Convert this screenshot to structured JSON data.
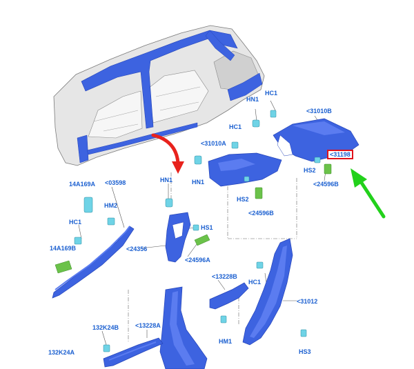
{
  "colors": {
    "part_blue": "#3d63e0",
    "part_blue_dark": "#2444b8",
    "clip_cyan": "#6fd3e6",
    "clip_green": "#6bc24a",
    "body_gray": "#d8d8d8",
    "arrow_red": "#e8221c",
    "arrow_green": "#22d11b",
    "label_blue": "#1a5fd0",
    "highlight_red": "#e0121b"
  },
  "callouts": {
    "hn1_top": "HN1",
    "hc1_top": "HC1",
    "p31010b": "<31010B",
    "hc1_mid": "HC1",
    "p31010a": "<31010A",
    "hn1_mid": "HN1",
    "p31198": "<31198",
    "hs2_right": "HS2",
    "p24596b_right": "<24596B",
    "hs2_mid": "HS2",
    "p24596b_mid": "<24596B",
    "p14a169a": "14A169A",
    "p03598": "<03598",
    "hn1_left": "HN1",
    "hm2": "HM2",
    "hc1_left": "HC1",
    "hs1": "HS1",
    "p24356": "<24356",
    "p14a169b": "14A169B",
    "p24596a": "<24596A",
    "p13228b": "<13228B",
    "hc1_low": "HC1",
    "p31012": "<31012",
    "p132k24b": "132K24B",
    "p13228a": "<13228A",
    "hm1": "HM1",
    "p132k24a": "132K24A",
    "hs3": "HS3"
  }
}
